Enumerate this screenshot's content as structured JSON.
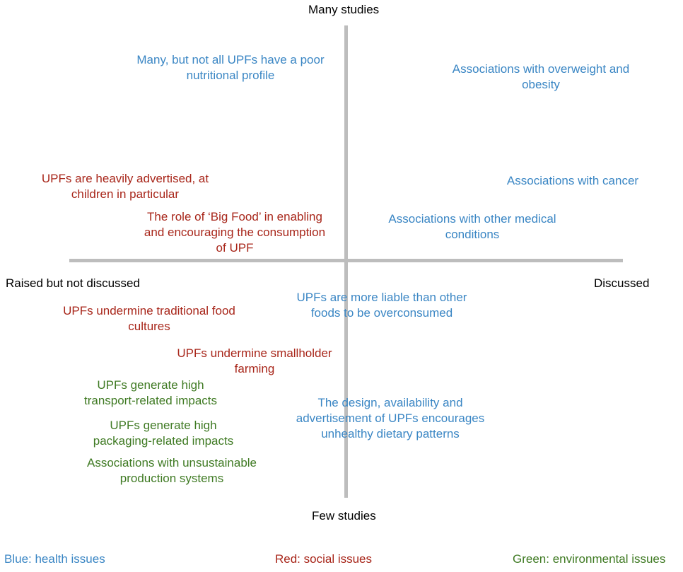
{
  "colors": {
    "health": "#3a86c4",
    "social": "#a8261a",
    "environmental": "#3f7a23",
    "axis": "#bdbdbd"
  },
  "axes": {
    "top": "Many studies",
    "bottom": "Few studies",
    "left": "Raised but not discussed",
    "right": "Discussed"
  },
  "issues": {
    "poor_nutrition": "Many, but not all UPFs have a poor\nnutritional profile",
    "overweight": "Associations with overweight and\nobesity",
    "advertised_children": "UPFs are heavily advertised, at\nchildren in particular",
    "cancer": "Associations with cancer",
    "big_food": "The role of ‘Big Food’ in enabling\nand encouraging the consumption\nof UPF",
    "other_medical": "Associations with other medical\nconditions",
    "overconsumed": "UPFs are more liable than other\nfoods to be overconsumed",
    "food_cultures": "UPFs undermine traditional food\ncultures",
    "smallholder": "UPFs undermine smallholder\nfarming",
    "transport": "UPFs generate high\ntransport-related impacts",
    "packaging": "UPFs generate high\npackaging-related impacts",
    "unsustainable": "Associations with unsustainable\nproduction systems",
    "design_availability": "The design, availability and\nadvertisement of UPFs encourages\nunhealthy dietary patterns"
  },
  "legend": {
    "health": "Blue: health issues",
    "social": "Red: social issues",
    "environmental": "Green: environmental issues"
  }
}
